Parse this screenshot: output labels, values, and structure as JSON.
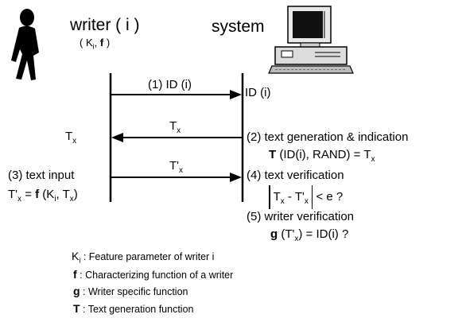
{
  "writer": {
    "label": "writer ( i )",
    "params_open": "( K",
    "params_sub": "i",
    "params_sep": ",",
    "params_f": "f",
    "params_close": " )"
  },
  "system": {
    "label": "system"
  },
  "messages": {
    "step1_arrow": "(1) ID (i)",
    "step1_target": "ID (i)",
    "tx_arrow_T": "T",
    "tx_arrow_sub": "x",
    "tx_left_T": "T",
    "tx_left_sub": "x",
    "tpx_arrow_T": "T'",
    "tpx_arrow_sub": "x"
  },
  "steps": {
    "step2_title": "(2) text  generation & indication",
    "step2_T": "T",
    "step2_rest": " (ID(i), RAND) = T",
    "step2_sub": "x",
    "step3_title": "(3) text  input",
    "step3_lhs_T": "T'",
    "step3_lhs_sub": "x",
    "step3_eq": " = ",
    "step3_f": "f",
    "step3_rhs_open": " (K",
    "step3_rhs_sub": "i",
    "step3_rhs_mid": ", T",
    "step3_rhs_sub2": "x",
    "step3_rhs_close": ")",
    "step4_title": "(4) text  verification",
    "step4_T1": "T",
    "step4_sub1": "x",
    "step4_minus": " - T'",
    "step4_sub2": "x",
    "step4_tail": "< e ?",
    "step5_title": "(5) writer  verification",
    "step5_g": "g",
    "step5_rest": " (T'",
    "step5_sub": "x",
    "step5_tail": ") = ID(i) ?"
  },
  "legend": [
    {
      "symbol": "K",
      "sub": "i",
      "text": " : Feature parameter of writer i"
    },
    {
      "symbol": "f",
      "sub": "",
      "text": " : Characterizing function of a writer"
    },
    {
      "symbol": "g",
      "sub": "",
      "text": " : Writer specific function"
    },
    {
      "symbol": "T",
      "sub": "",
      "text": " : Text generation function"
    }
  ]
}
